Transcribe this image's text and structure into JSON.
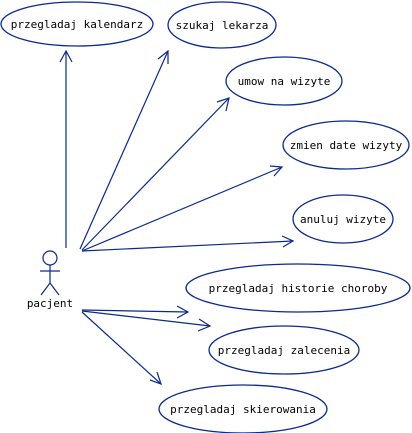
{
  "diagram": {
    "line_color": "#0a2a8c",
    "actor": {
      "label": "pacjent"
    },
    "use_cases": [
      {
        "id": "uc-kalendarz",
        "label": "przegladaj kalendarz"
      },
      {
        "id": "uc-lekarz",
        "label": "szukaj lekarza"
      },
      {
        "id": "uc-umow",
        "label": "umow na wizyte"
      },
      {
        "id": "uc-zmien",
        "label": "zmien date wizyty"
      },
      {
        "id": "uc-anuluj",
        "label": "anuluj wizyte"
      },
      {
        "id": "uc-historie",
        "label": "przegladaj historie choroby"
      },
      {
        "id": "uc-zalecenia",
        "label": "przegladaj zalecenia"
      },
      {
        "id": "uc-skierowania",
        "label": "przegladaj skierowania"
      }
    ]
  }
}
